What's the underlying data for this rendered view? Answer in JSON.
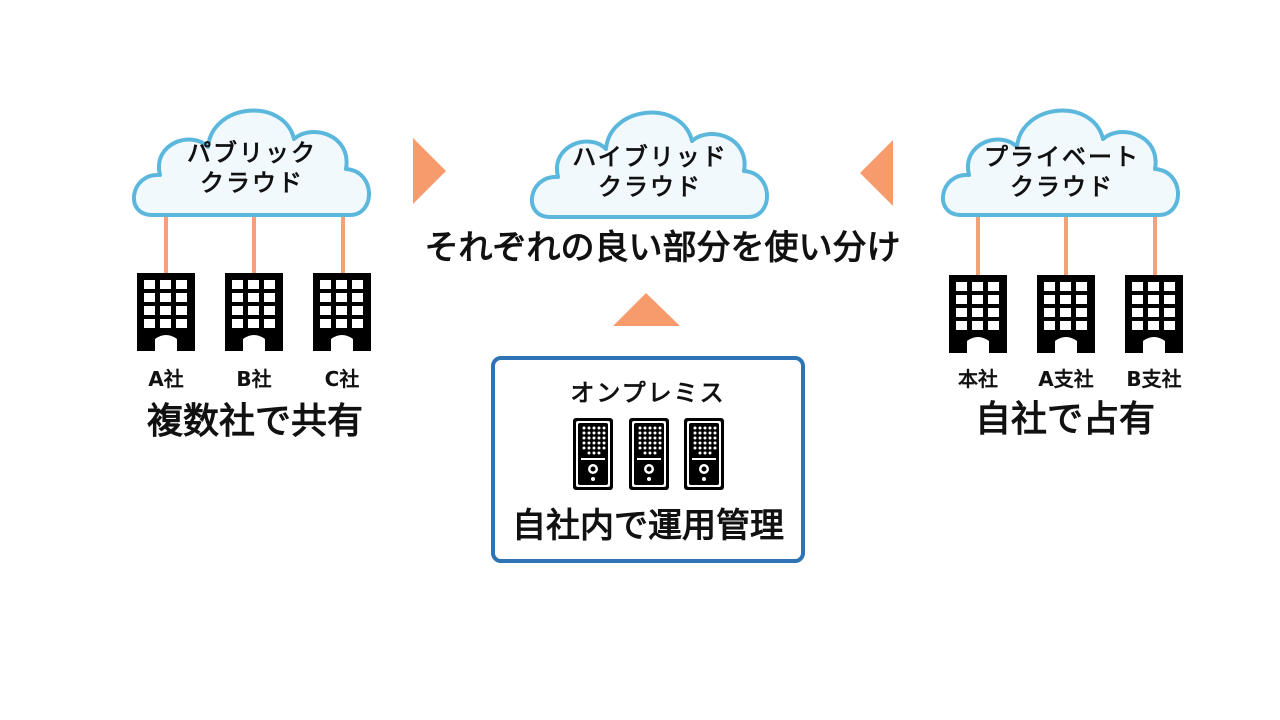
{
  "public_cloud": {
    "line1": "パブリック",
    "line2": "クラウド"
  },
  "hybrid_cloud": {
    "line1": "ハイブリッド",
    "line2": "クラウド"
  },
  "private_cloud": {
    "line1": "プライベート",
    "line2": "クラウド"
  },
  "hybrid_caption": "それぞれの良い部分を使い分け",
  "public_companies": [
    "A社",
    "B社",
    "C社"
  ],
  "public_caption": "複数社で共有",
  "private_companies": [
    "本社",
    "A支社",
    "B支社"
  ],
  "private_caption": "自社で占有",
  "onprem": {
    "title": "オンプレミス",
    "caption": "自社内で運用管理"
  },
  "colors": {
    "cloud_outline": "#5bb8dc",
    "cloud_fill": "#f2f9fd",
    "arrow": "#f79b6c",
    "connector": "#f4a07a",
    "box_border": "#2e74b5",
    "icon": "#000000"
  }
}
